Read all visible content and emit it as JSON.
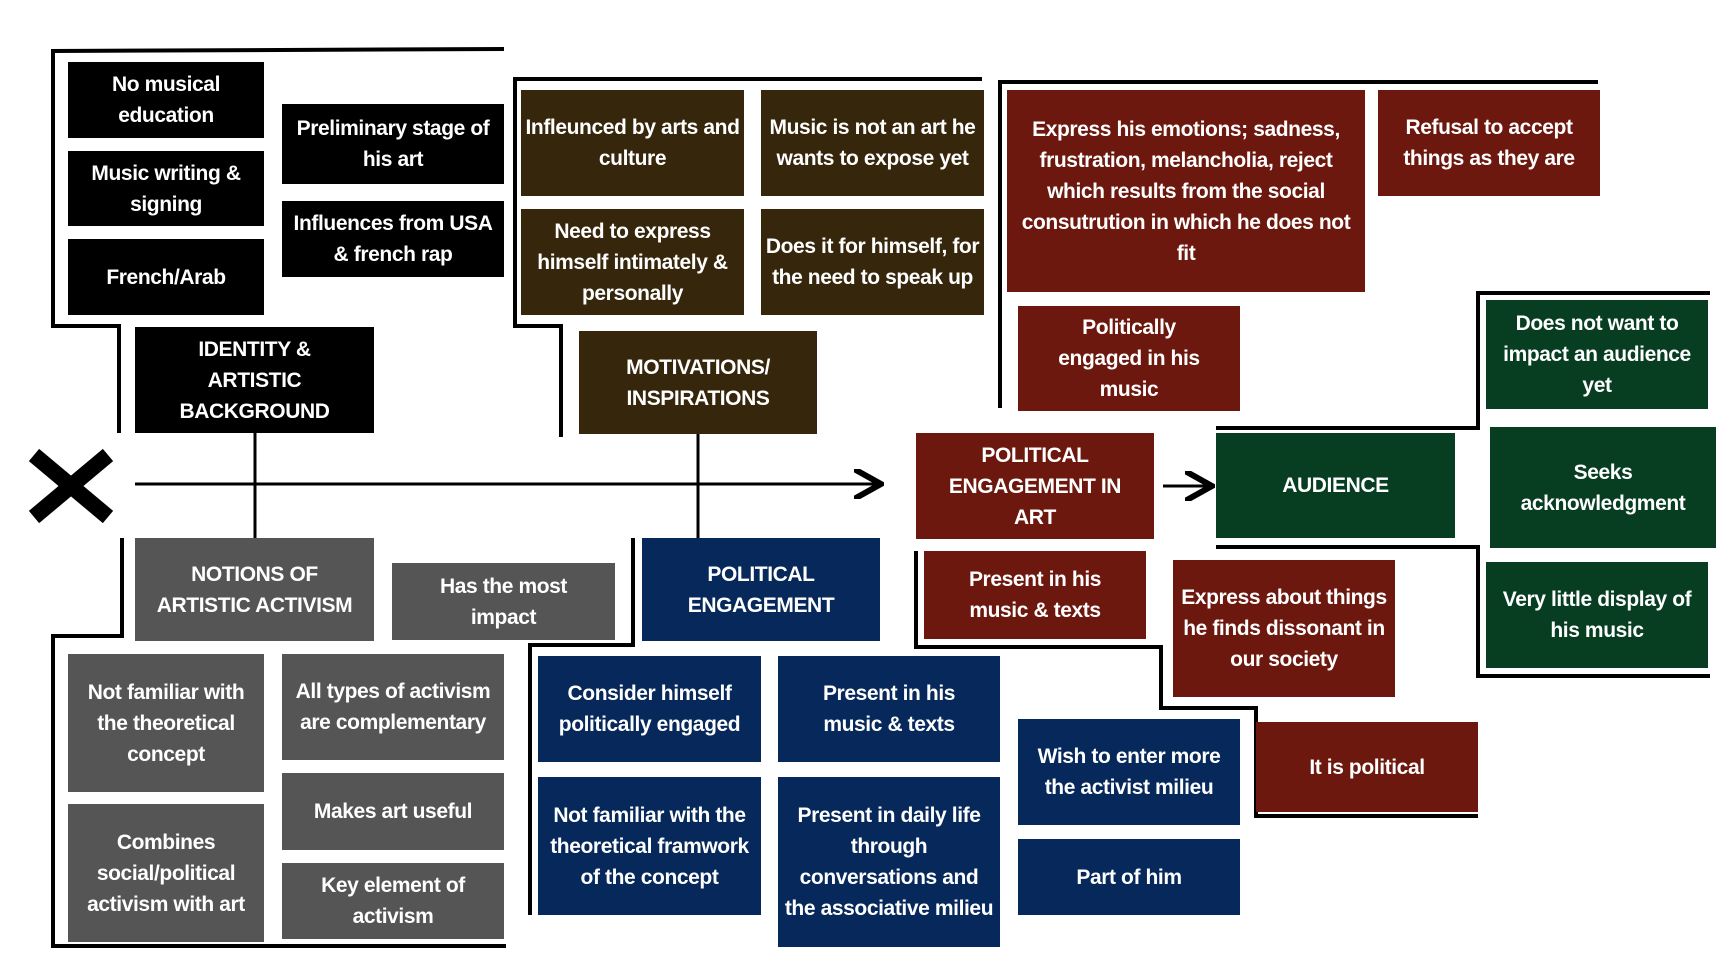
{
  "colors": {
    "identity": "#000000",
    "motivations": "#36260b",
    "political_art": "#6d180e",
    "audience": "#073e22",
    "activism": "#555555",
    "engagement": "#06285a"
  },
  "logo_icon": "x-mark-icon",
  "identity": {
    "header": "IDENTITY & ARTISTIC BACKGROUND",
    "items": [
      "No musical education",
      "Music writing & signing",
      "French/Arab",
      "Preliminary stage of his art",
      "Influences from USA & french rap"
    ]
  },
  "motivations": {
    "header": "MOTIVATIONS/ INSPIRATIONS",
    "items": [
      "Infleunced by arts and culture",
      "Music is not an art he wants to expose yet",
      "Need to express himself intimately & personally",
      "Does it for himself, for the need to speak up"
    ]
  },
  "political_art": {
    "header": "POLITICAL ENGAGEMENT IN ART",
    "items": [
      "Express his emotions; sadness, frustration, melancholia, reject which results from the social consutrution in which he does not fit",
      "Refusal to accept things as they are",
      "Politically engaged in his music",
      "Present in his music & texts",
      "Express about things he finds dissonant in our society",
      "It is political"
    ]
  },
  "audience": {
    "header": "AUDIENCE",
    "items": [
      "Does not want to impact an audience yet",
      "Seeks acknowledgment",
      "Very little display of his music"
    ]
  },
  "activism": {
    "header": "NOTIONS OF ARTISTIC ACTIVISM",
    "items": [
      "Has the most impact",
      "Not familiar with the theoretical concept",
      "All types of activism are complementary",
      "Makes art useful",
      "Combines social/political activism with art",
      "Key element of activism"
    ]
  },
  "engagement": {
    "header": "POLITICAL ENGAGEMENT",
    "items": [
      "Consider himself politically engaged",
      "Present in his music & texts",
      "Not familiar with the theoretical framwork of the concept",
      "Present in daily life through conversations and the associative milieu",
      "Wish to enter more the activist milieu",
      "Part of him"
    ]
  }
}
